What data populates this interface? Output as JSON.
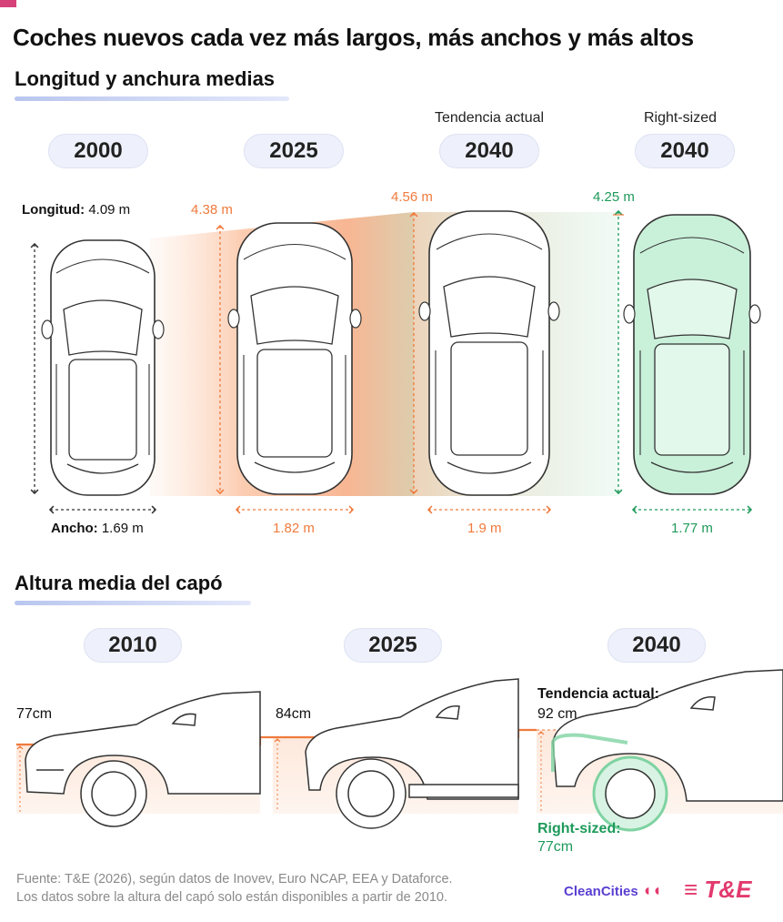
{
  "title": "Coches nuevos cada vez más largos, más anchos y más altos",
  "section1": {
    "title": "Longitud y anchura medias",
    "columns": [
      {
        "year": "2000",
        "scenario": "",
        "length_label": "Longitud:",
        "length": "4.09 m",
        "width_label": "Ancho:",
        "width": "1.69 m"
      },
      {
        "year": "2025",
        "scenario": "",
        "length": "4.38 m",
        "width": "1.82 m"
      },
      {
        "year": "2040",
        "scenario": "Tendencia actual",
        "length": "4.56 m",
        "width": "1.9 m"
      },
      {
        "year": "2040",
        "scenario": "Right-sized",
        "length": "4.25 m",
        "width": "1.77 m"
      }
    ]
  },
  "section2": {
    "title": "Altura media del capó",
    "columns": [
      {
        "year": "2010",
        "height": "77cm"
      },
      {
        "year": "2025",
        "height": "84cm"
      },
      {
        "year": "2040",
        "trend_label": "Tendencia actual:",
        "trend_height": "92 cm",
        "right_label": "Right-sized:",
        "right_height": "77cm"
      }
    ]
  },
  "footer": {
    "line1": "Fuente: T&E (2026), según datos de Inovev, Euro NCAP, EEA y Dataforce.",
    "line2": "Los datos sobre la altura del capó solo están disponibles a partir de 2010."
  },
  "logos": {
    "cleancities": "CleanCities",
    "te": "T&E"
  },
  "colors": {
    "accent_orange": "#f07a3c",
    "accent_green": "#1e9a5a",
    "pill_bg": "#eef1fb",
    "brand_pink": "#e23a6e"
  }
}
